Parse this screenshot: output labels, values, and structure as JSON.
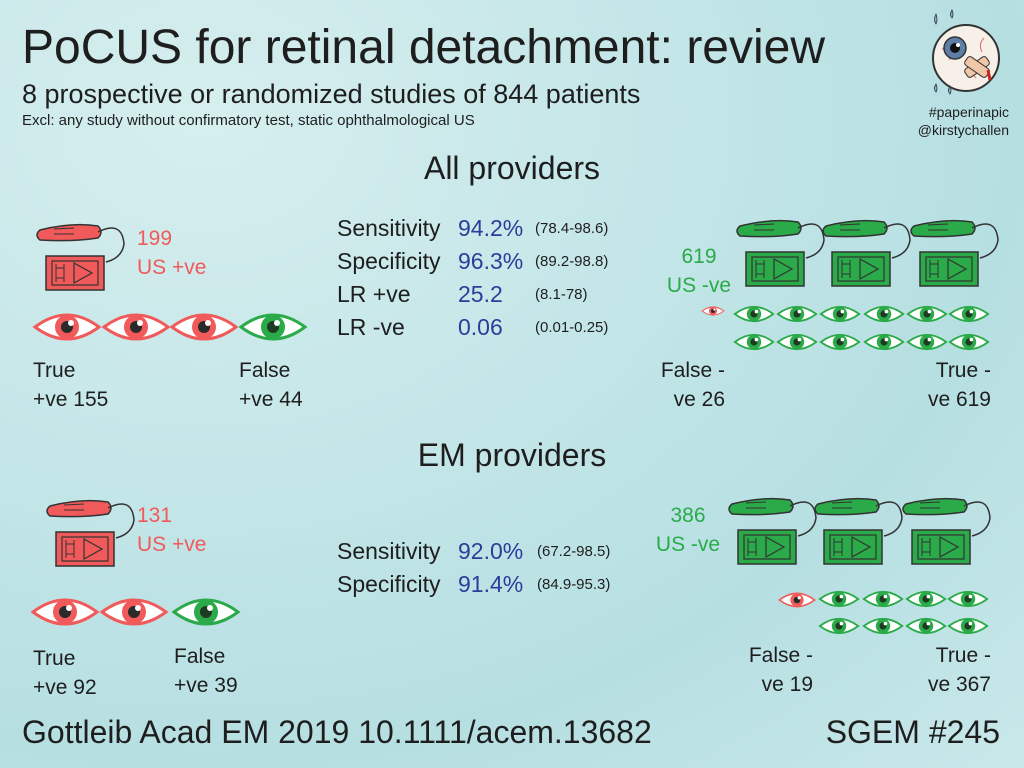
{
  "title": "PoCUS for retinal detachment: review",
  "subtitle": "8 prospective or randomized studies of 844 patients",
  "exclusion": "Excl: any study without confirmatory test, static ophthalmological US",
  "logo": {
    "hashtag": "#paperinapic",
    "handle": "@kirstychallen"
  },
  "colors": {
    "positive": "#f05a5a",
    "negative": "#2aaa48",
    "stat_value": "#2b3d9a"
  },
  "all": {
    "title": "All providers",
    "us_pos": {
      "count": "199",
      "label": "US +ve"
    },
    "us_neg": {
      "count": "619",
      "label": "US -ve"
    },
    "true_pos": {
      "l1": "True",
      "l2": "+ve 155"
    },
    "false_pos": {
      "l1": "False",
      "l2": "+ve 44"
    },
    "false_neg": {
      "l1": "False -",
      "l2": "ve 26"
    },
    "true_neg": {
      "l1": "True -",
      "l2": "ve 619"
    },
    "stats": [
      {
        "name": "Sensitivity",
        "value": "94.2%",
        "ci": "(78.4-98.6)"
      },
      {
        "name": "Specificity",
        "value": "96.3%",
        "ci": "(89.2-98.8)"
      },
      {
        "name": "LR +ve",
        "value": "25.2",
        "ci": "(8.1-78)"
      },
      {
        "name": "LR -ve",
        "value": "0.06",
        "ci": "(0.01-0.25)"
      }
    ]
  },
  "em": {
    "title": "EM providers",
    "us_pos": {
      "count": "131",
      "label": "US +ve"
    },
    "us_neg": {
      "count": "386",
      "label": "US -ve"
    },
    "true_pos": {
      "l1": "True",
      "l2": "+ve 92"
    },
    "false_pos": {
      "l1": "False",
      "l2": "+ve 39"
    },
    "false_neg": {
      "l1": "False -",
      "l2": "ve 19"
    },
    "true_neg": {
      "l1": "True -",
      "l2": "ve 367"
    },
    "stats": [
      {
        "name": "Sensitivity",
        "value": "92.0%",
        "ci": "(67.2-98.5)"
      },
      {
        "name": "Specificity",
        "value": "91.4%",
        "ci": "(84.9-95.3)"
      }
    ]
  },
  "footer": {
    "citation": "Gottleib Acad EM 2019 10.1111/acem.13682",
    "episode": "SGEM #245"
  }
}
